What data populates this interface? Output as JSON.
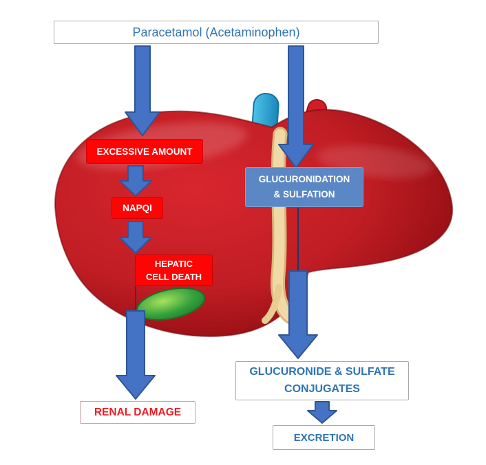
{
  "diagram": {
    "title": "Paracetamol (Acetaminophen)",
    "toxic_pathway": {
      "excessive_amount": "EXCESSIVE AMOUNT",
      "napqi": "NAPQI",
      "hepatic_cell_death": [
        "HEPATIC",
        "CELL DEATH"
      ],
      "renal_damage": "RENAL DAMAGE"
    },
    "conjugation_pathway": {
      "glucuronidation_sulfation": [
        "GLUCURONIDATION",
        "& SULFATION"
      ],
      "conjugates": [
        "GLUCURONIDE & SULFATE",
        "CONJUGATES"
      ],
      "excretion": "EXCRETION"
    },
    "icons": {
      "liver": "liver-illustration",
      "gallbladder": "gallbladder",
      "portal_vein": "portal-vein",
      "hepatic_vessel": "hepatic-vessel",
      "bile_duct": "bile-duct"
    },
    "colors": {
      "arrow_fill": "#4472C4",
      "arrow_stroke": "#2F5597",
      "danger_red": "#FE0404",
      "danger_text_red": "#EE1C24",
      "heading_blue": "#2E74B5",
      "process_blue": "#5B87C5",
      "liver_red": "#C01D24",
      "gallbladder_green": "#35A13C",
      "vessel_blue": "#2DA3D8",
      "duct_tan": "#F0D9A6"
    }
  }
}
